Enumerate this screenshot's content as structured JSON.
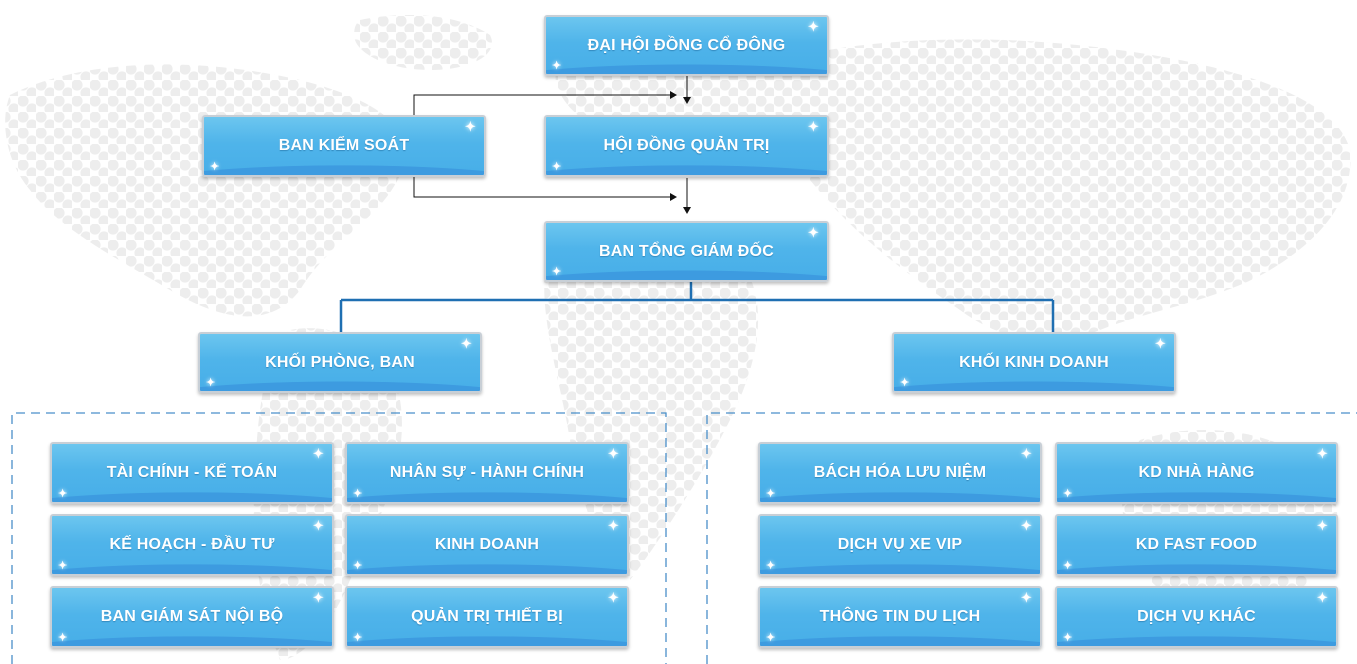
{
  "top": {
    "label": "ĐẠI HỘI ĐỒNG CỔ ĐÔNG"
  },
  "supervisory": {
    "label": "BAN KIỂM SOÁT"
  },
  "board": {
    "label": "HỘI ĐỒNG QUẢN TRỊ"
  },
  "ceo": {
    "label": "BAN TỔNG GIÁM ĐỐC"
  },
  "departments": {
    "label": "KHỐI PHÒNG, BAN",
    "items": [
      {
        "label": "TÀI CHÍNH - KẾ TOÁN"
      },
      {
        "label": "NHÂN SỰ - HÀNH CHÍNH"
      },
      {
        "label": "KẾ HOẠCH - ĐẦU TƯ"
      },
      {
        "label": "KINH DOANH"
      },
      {
        "label": "BAN GIÁM SÁT NỘI BỘ"
      },
      {
        "label": "QUẢN TRỊ THIẾT BỊ"
      }
    ]
  },
  "business": {
    "label": "KHỐI KINH DOANH",
    "items": [
      {
        "label": "BÁCH HÓA LƯU NIỆM"
      },
      {
        "label": "KD NHÀ HÀNG"
      },
      {
        "label": "DỊCH VỤ XE VIP"
      },
      {
        "label": "KD FAST FOOD"
      },
      {
        "label": "THÔNG TIN DU LỊCH"
      },
      {
        "label": "DỊCH VỤ KHÁC"
      }
    ]
  },
  "colors": {
    "box_top": "#6cc6ef",
    "box_bottom": "#3d9be0",
    "connector": "#1f6fb2",
    "dashed": "#4a8fc9",
    "map_dots": "#ececec"
  }
}
